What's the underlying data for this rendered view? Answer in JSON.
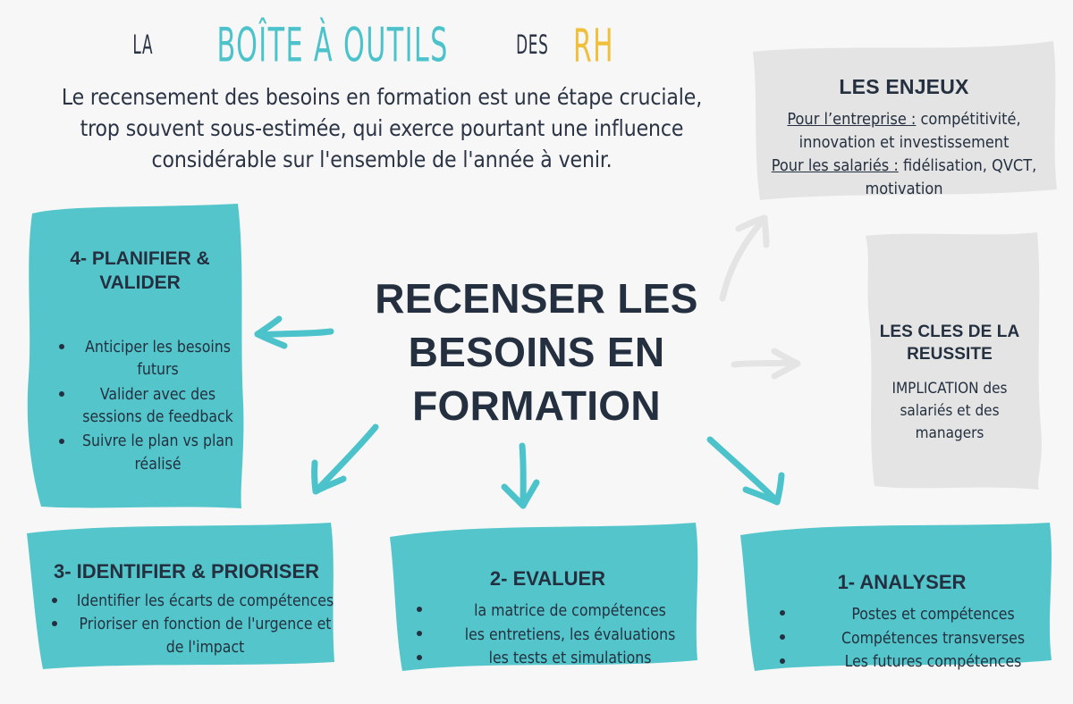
{
  "brand": {
    "part_la": "LA",
    "part_boite": "BOÎTE À OUTILS",
    "part_des": "DES",
    "part_rh": "RH",
    "color_teal": "#4CC3CB",
    "color_navy": "#2B3445",
    "color_yellow": "#F0C03A"
  },
  "intro": {
    "text": "Le recensement des besoins en formation est une étape cruciale, trop souvent sous-estimée, qui exerce pourtant une influence considérable sur l'ensemble de l'année à venir."
  },
  "center": {
    "title": "RECENSER LES BESOINS EN FORMATION"
  },
  "colors": {
    "teal_card": "#54C6CB",
    "gray_card": "#E4E4E4",
    "background": "#F7F7F7",
    "text_dark": "#24303F",
    "arrow_teal": "#4CC3CB",
    "arrow_gray": "#E4E4E4"
  },
  "cards": {
    "step4": {
      "title": "4- PLANIFIER & VALIDER",
      "items": [
        "Anticiper les besoins futurs",
        "Valider avec des sessions de feedback",
        "Suivre le plan vs plan réalisé"
      ]
    },
    "step3": {
      "title": "3- IDENTIFIER & PRIORISER",
      "items": [
        "Identifier les écarts de compétences",
        "Prioriser en fonction de l'urgence et de l'impact"
      ]
    },
    "step2": {
      "title": "2- EVALUER",
      "items": [
        "la matrice de compétences",
        "les entretiens, les évaluations",
        "les tests et simulations"
      ]
    },
    "step1": {
      "title": "1- ANALYSER",
      "items": [
        "Postes et compétences",
        "Compétences transverses",
        "Les futures compétences"
      ]
    },
    "enjeux": {
      "title": "LES ENJEUX",
      "label_entreprise": "Pour l’entreprise :",
      "text_entreprise": " compétitivité, innovation et investissement",
      "label_salaries": "Pour les salariés :",
      "text_salaries": " fidélisation, QVCT, motivation"
    },
    "cles": {
      "title": "LES CLES DE LA REUSSITE",
      "body": "IMPLICATION des salariés et des managers"
    }
  }
}
